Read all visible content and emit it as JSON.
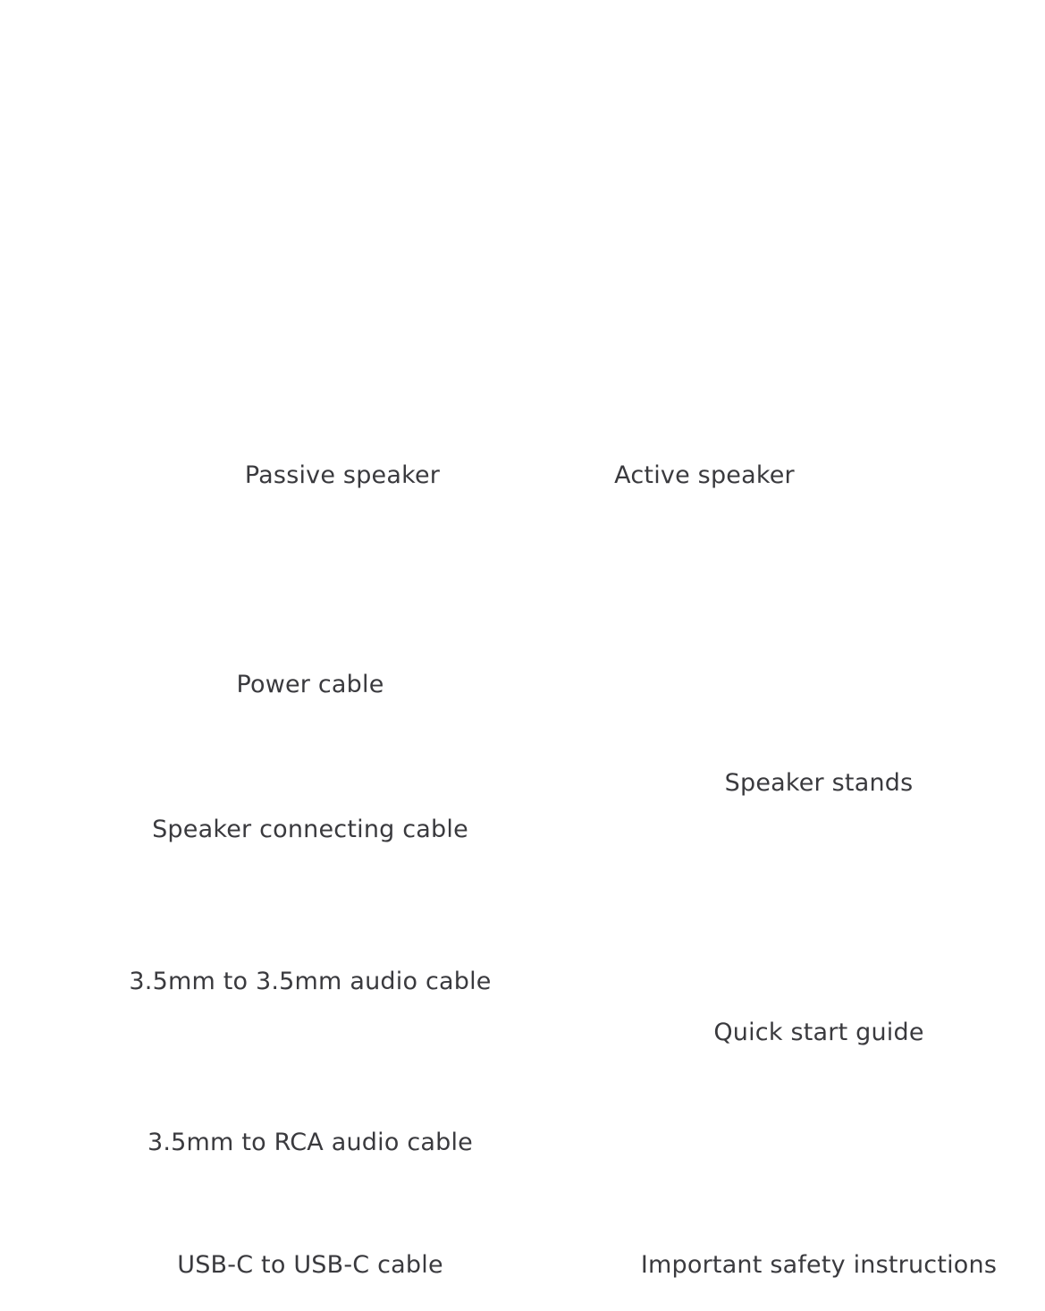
{
  "items": {
    "passive_speaker": "Passive speaker",
    "active_speaker": "Active speaker",
    "power_cable": "Power cable",
    "speaker_connecting_cable": "Speaker connecting cable",
    "audio_35_cable": "3.5mm to 3.5mm audio cable",
    "rca_cable": "3.5mm to RCA audio cable",
    "usbc_cable": "USB-C to USB-C cable",
    "speaker_stands": "Speaker stands",
    "quick_start_guide": "Quick start guide",
    "safety_instructions": "Important safety instructions"
  },
  "colors": {
    "line": "#4a4a4f",
    "driver": "#58585c",
    "text": "#3a3a3e"
  }
}
